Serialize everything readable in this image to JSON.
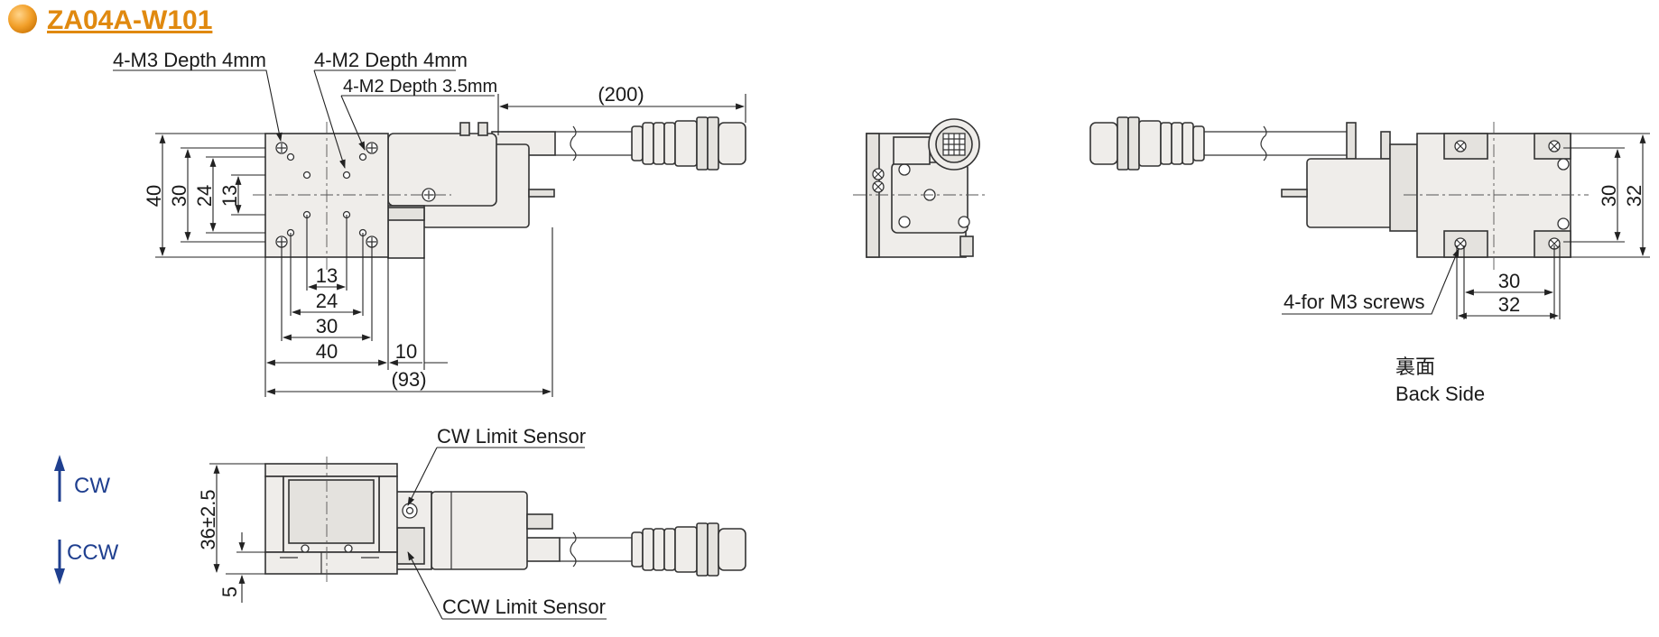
{
  "title": "ZA04A-W101",
  "colors": {
    "title": "#e0890f",
    "bullet": "#f2a02a",
    "direction_arrows": "#1f3f8f",
    "body_fill": "#efedea",
    "line": "#333333"
  },
  "top_view": {
    "callouts": {
      "m3_tapped": "4-M3 Depth 4mm",
      "m2_tapped": "4-M2 Depth 4mm",
      "m2_tapped_shallow": "4-M2 Depth 3.5mm",
      "cable_length": "(200)"
    },
    "vertical_dims": [
      "40",
      "30",
      "24",
      "13"
    ],
    "horizontal_dims": [
      "13",
      "24",
      "30",
      "40",
      "10",
      "(93)"
    ]
  },
  "back_view": {
    "vertical_dims": [
      "30",
      "32"
    ],
    "horizontal_dims": [
      "30",
      "32"
    ],
    "screw_callout": "4-for M3 screws",
    "caption_jp": "裏面",
    "caption_en": "Back Side"
  },
  "side_view": {
    "cw_label": "CW",
    "ccw_label": "CCW",
    "height_dim": "36±2.5",
    "base_dim": "5",
    "cw_sensor": "CW Limit Sensor",
    "ccw_sensor": "CCW Limit Sensor"
  }
}
